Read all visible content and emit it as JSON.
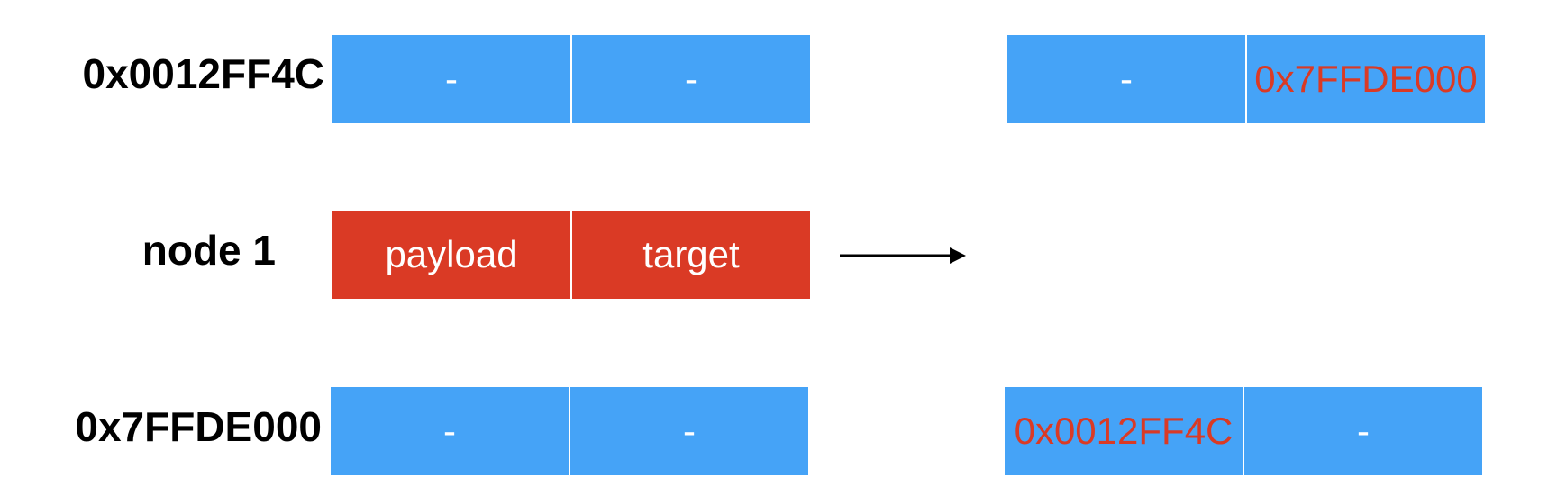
{
  "colors": {
    "memory_cell": "#45a3f7",
    "node_cell": "#da3a25",
    "cell_text": "#ffffff",
    "changed_value_text": "#da3a25",
    "label_text": "#000000",
    "arrow": "#000000"
  },
  "rows": [
    {
      "label": "0x0012FF4C",
      "before": [
        "-",
        "-"
      ],
      "after": [
        "-",
        "0x7FFDE000"
      ]
    },
    {
      "label": "node 1",
      "before": [
        "payload",
        "target"
      ]
    },
    {
      "label": "0x7FFDE000",
      "before": [
        "-",
        "-"
      ],
      "after": [
        "0x0012FF4C",
        "-"
      ]
    }
  ]
}
